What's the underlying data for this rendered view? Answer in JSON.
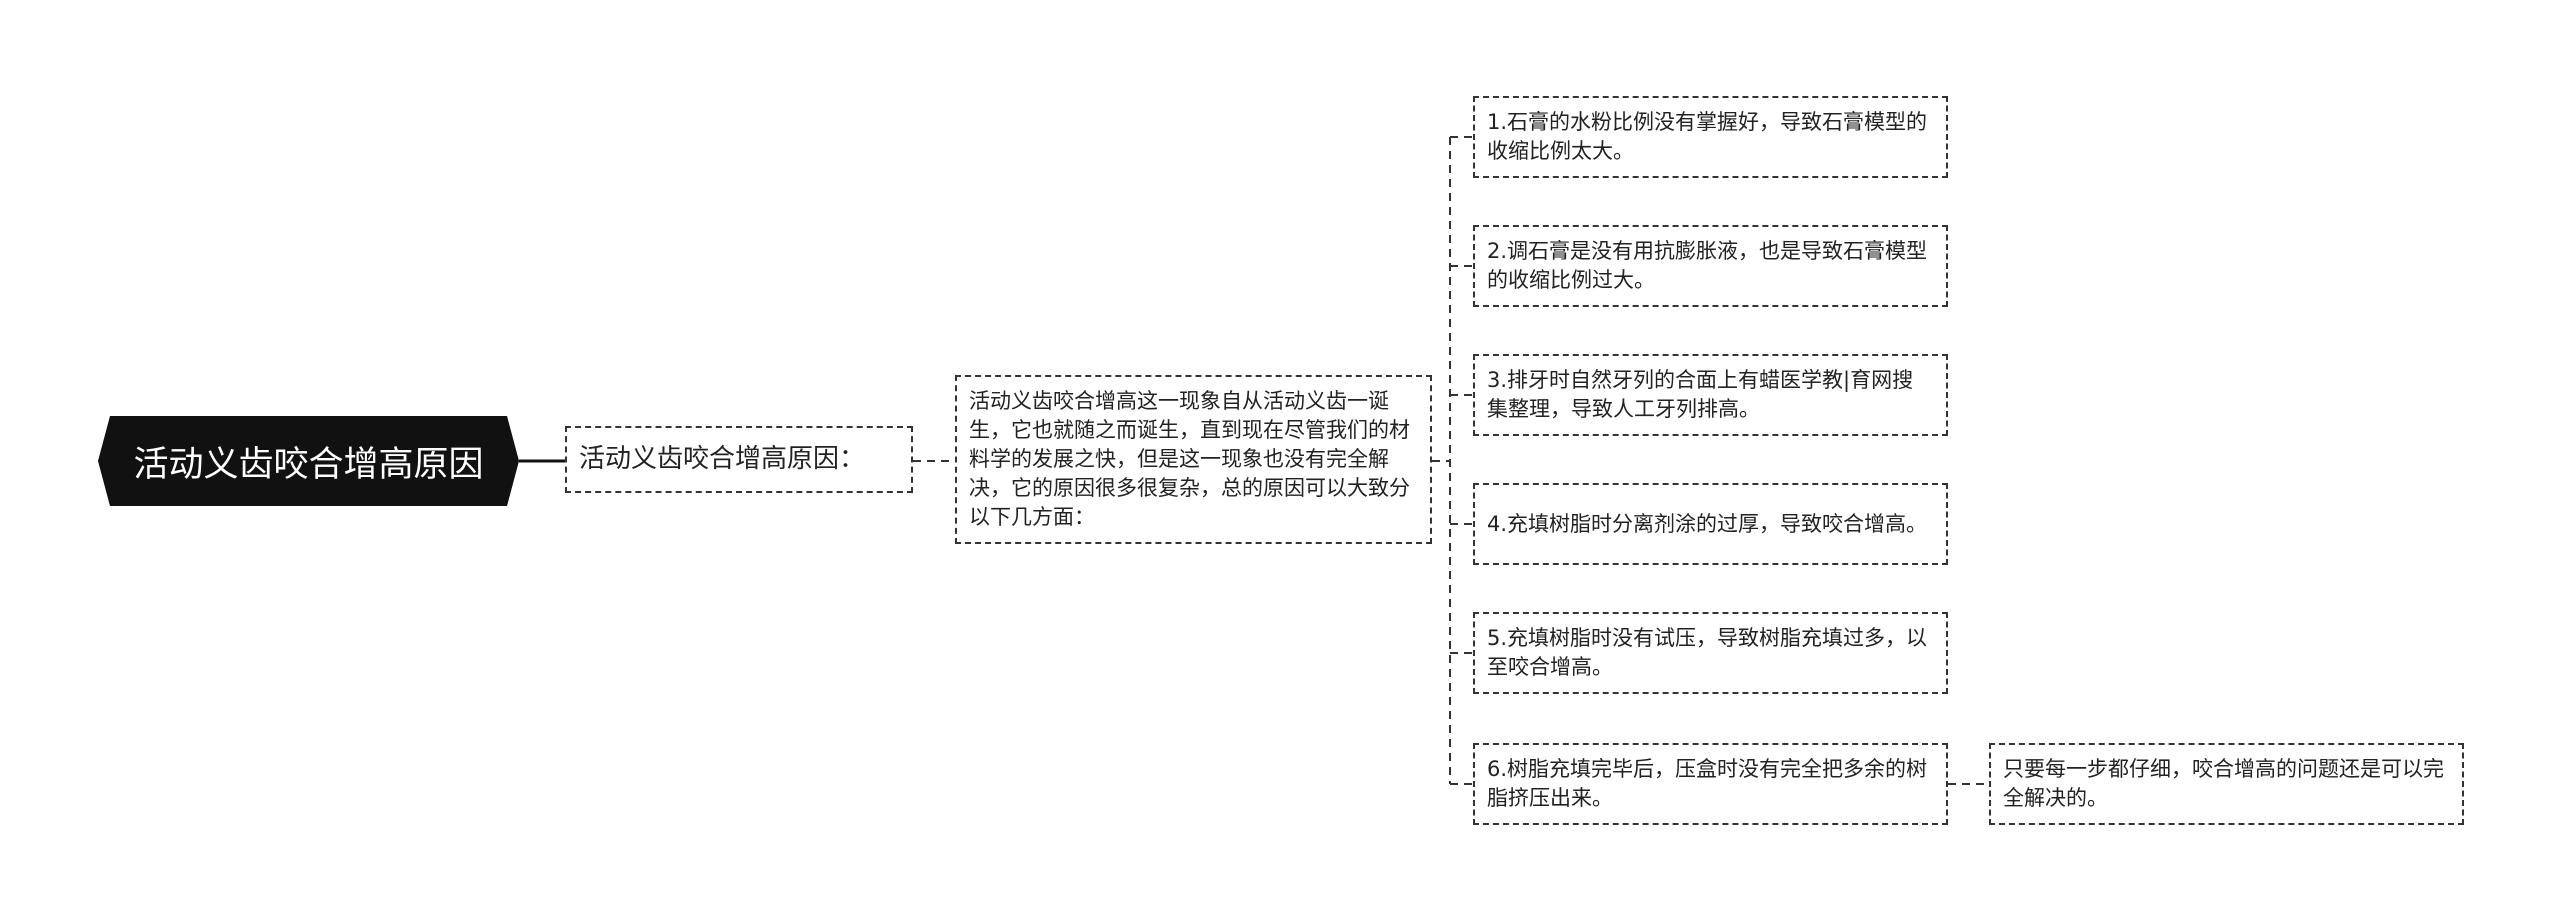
{
  "root": {
    "label": "活动义齿咬合增高原因"
  },
  "level1": {
    "label": "活动义齿咬合增高原因："
  },
  "main": {
    "text": "活动义齿咬合增高这一现象自从活动义齿一诞生，它也就随之而诞生，直到现在尽管我们的材料学的发展之快，但是这一现象也没有完全解决，它的原因很多很复杂，总的原因可以大致分以下几方面："
  },
  "causes": [
    "1.石膏的水粉比例没有掌握好，导致石膏模型的收缩比例太大。",
    "2.调石膏是没有用抗膨胀液，也是导致石膏模型的收缩比例过大。",
    "3.排牙时自然牙列的合面上有蜡医学教|育网搜集整理，导致人工牙列排高。",
    "4.充填树脂时分离剂涂的过厚，导致咬合增高。",
    "5.充填树脂时没有试压，导致树脂充填过多，以至咬合增高。",
    "6.树脂充填完毕后，压盒时没有完全把多余的树脂挤压出来。"
  ],
  "conclusion": {
    "text": "只要每一步都仔细，咬合增高的问题还是可以完全解决的。"
  }
}
